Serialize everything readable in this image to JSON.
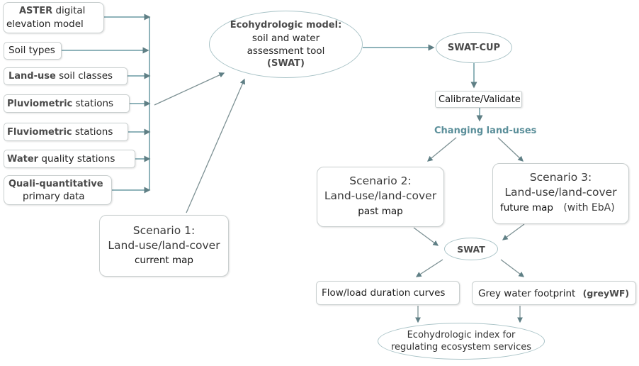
{
  "inputs": {
    "aster": {
      "bold": "ASTER",
      "rest": " digital",
      "line2": "elevation model"
    },
    "soil_types": {
      "label": "Soil types"
    },
    "land_use_soil": {
      "bold": "Land-use",
      "rest": " soil classes"
    },
    "pluviometric": {
      "bold": "Pluviometric",
      "rest": " stations"
    },
    "fluviometric": {
      "bold": "Fluviometric",
      "rest": " stations"
    },
    "water_quality": {
      "bold": "Water",
      "rest": "  quality stations"
    },
    "quali": {
      "line1": "Quali-quantitative",
      "line2": "primary data"
    }
  },
  "swat_model": {
    "line1": "Ecohydrologic model:",
    "line2": "soil and water",
    "line3": "assessment tool",
    "line4": "(SWAT)"
  },
  "swat_cup": {
    "label": "SWAT-CUP"
  },
  "calibrate": {
    "label": "Calibrate/Validate"
  },
  "changing": {
    "label": "Changing land-uses"
  },
  "scenario1": {
    "title": "Scenario 1:",
    "subtitle": "Land-use/land-cover",
    "detail": "current map"
  },
  "scenario2": {
    "title": "Scenario 2:",
    "subtitle": "Land-use/land-cover",
    "detail": "past map"
  },
  "scenario3": {
    "title": "Scenario 3:",
    "subtitle": "Land-use/land-cover",
    "detail": "future map",
    "extra": "(with EbA)"
  },
  "swat": {
    "label": "SWAT"
  },
  "flow": {
    "label": "Flow/load duration curves"
  },
  "grey": {
    "label": "Grey water footprint",
    "abbr": "(greyWF)"
  },
  "index": {
    "line1": "Ecohydrologic index for",
    "line2": "regulating ecosystem services"
  },
  "colors": {
    "connector": "#6a9aa3",
    "accent": "#5b8f9a",
    "border": "#c9cfcf"
  }
}
